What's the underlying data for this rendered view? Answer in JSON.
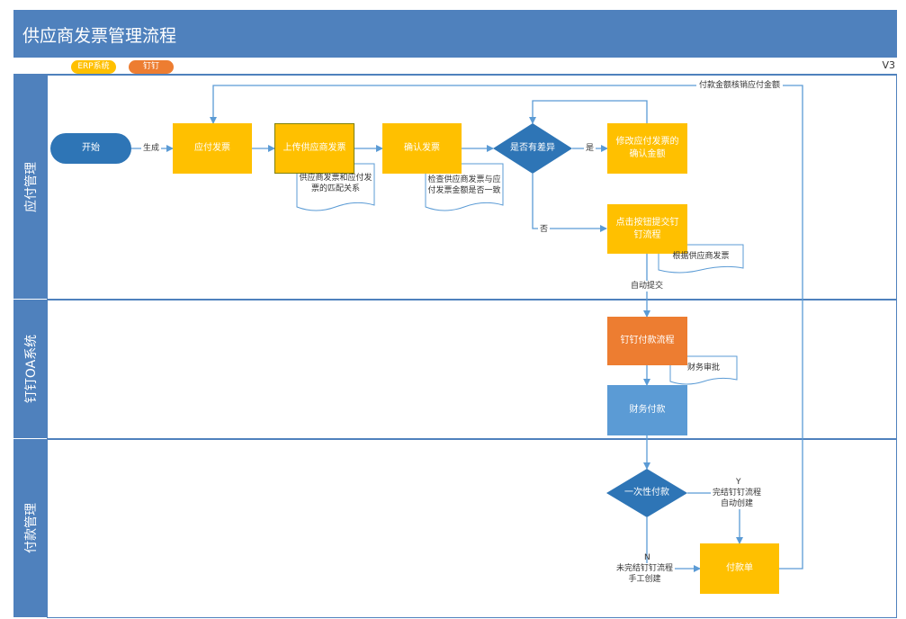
{
  "title": "供应商发票管理流程",
  "tags": {
    "erp": "ERP系统",
    "dingtalk": "钉钉"
  },
  "version": "V3",
  "lanes": {
    "ap": "应付管理",
    "oa": "钉钉OA系统",
    "pay": "付款管理"
  },
  "nodes": {
    "start": "开始",
    "ap_invoice": "应付发票",
    "upload": "上传供应商发票",
    "confirm": "确认发票",
    "diff": "是否有差异",
    "modify": "修改应付发票的确认金额",
    "submit_dd": "点击按钮提交钉钉流程",
    "dd_flow": "钉钉付款流程",
    "finance_pay": "财务付款",
    "one_time": "一次性付款",
    "pay_slip": "付款单"
  },
  "notes": {
    "match": "供应商发票和应付发票的匹配关系",
    "check": "检查供应商发票与应付发票金额是否一致",
    "by_invoice": "根据供应商发票",
    "finance_approve": "财务审批"
  },
  "edge_labels": {
    "generate": "生成",
    "yes": "是",
    "no": "否",
    "auto_submit": "自动提交",
    "write_off": "付款金额核销应付金额",
    "y": "Y",
    "y_text": "完结钉钉流程\n自动创建",
    "n": "N",
    "n_text": "未完结钉钉流程\n手工创建"
  },
  "colors": {
    "header": "#4f81bd",
    "process": "#ffc000",
    "dd": "#ed7d31",
    "finance": "#5b9bd5",
    "decision": "#2e75b6",
    "line": "#5b9bd5"
  }
}
